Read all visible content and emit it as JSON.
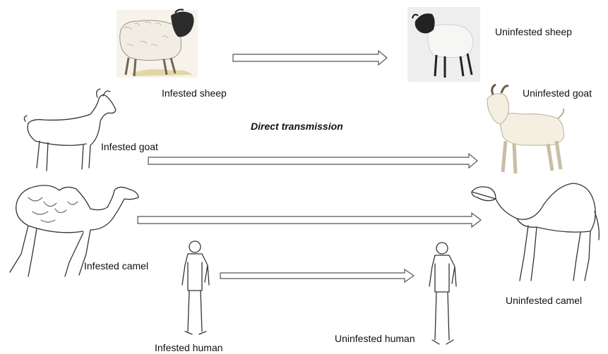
{
  "title": "Direct transmission",
  "labels": {
    "infested_sheep": "Infested sheep",
    "uninfested_sheep": "Uninfested sheep",
    "infested_goat": "Infested goat",
    "uninfested_goat": "Uninfested goat",
    "infested_camel": "Infested camel",
    "uninfested_camel": "Uninfested camel",
    "infested_human": "Infested human",
    "uninfested_human": "Uninfested human"
  },
  "colors": {
    "arrow_stroke": "#555555",
    "sheep_wool": "#f3f1ec",
    "sheep_head": "#2b2b2b",
    "goat_coat": "#f5efe1",
    "goat_horn": "#6b5a45"
  }
}
